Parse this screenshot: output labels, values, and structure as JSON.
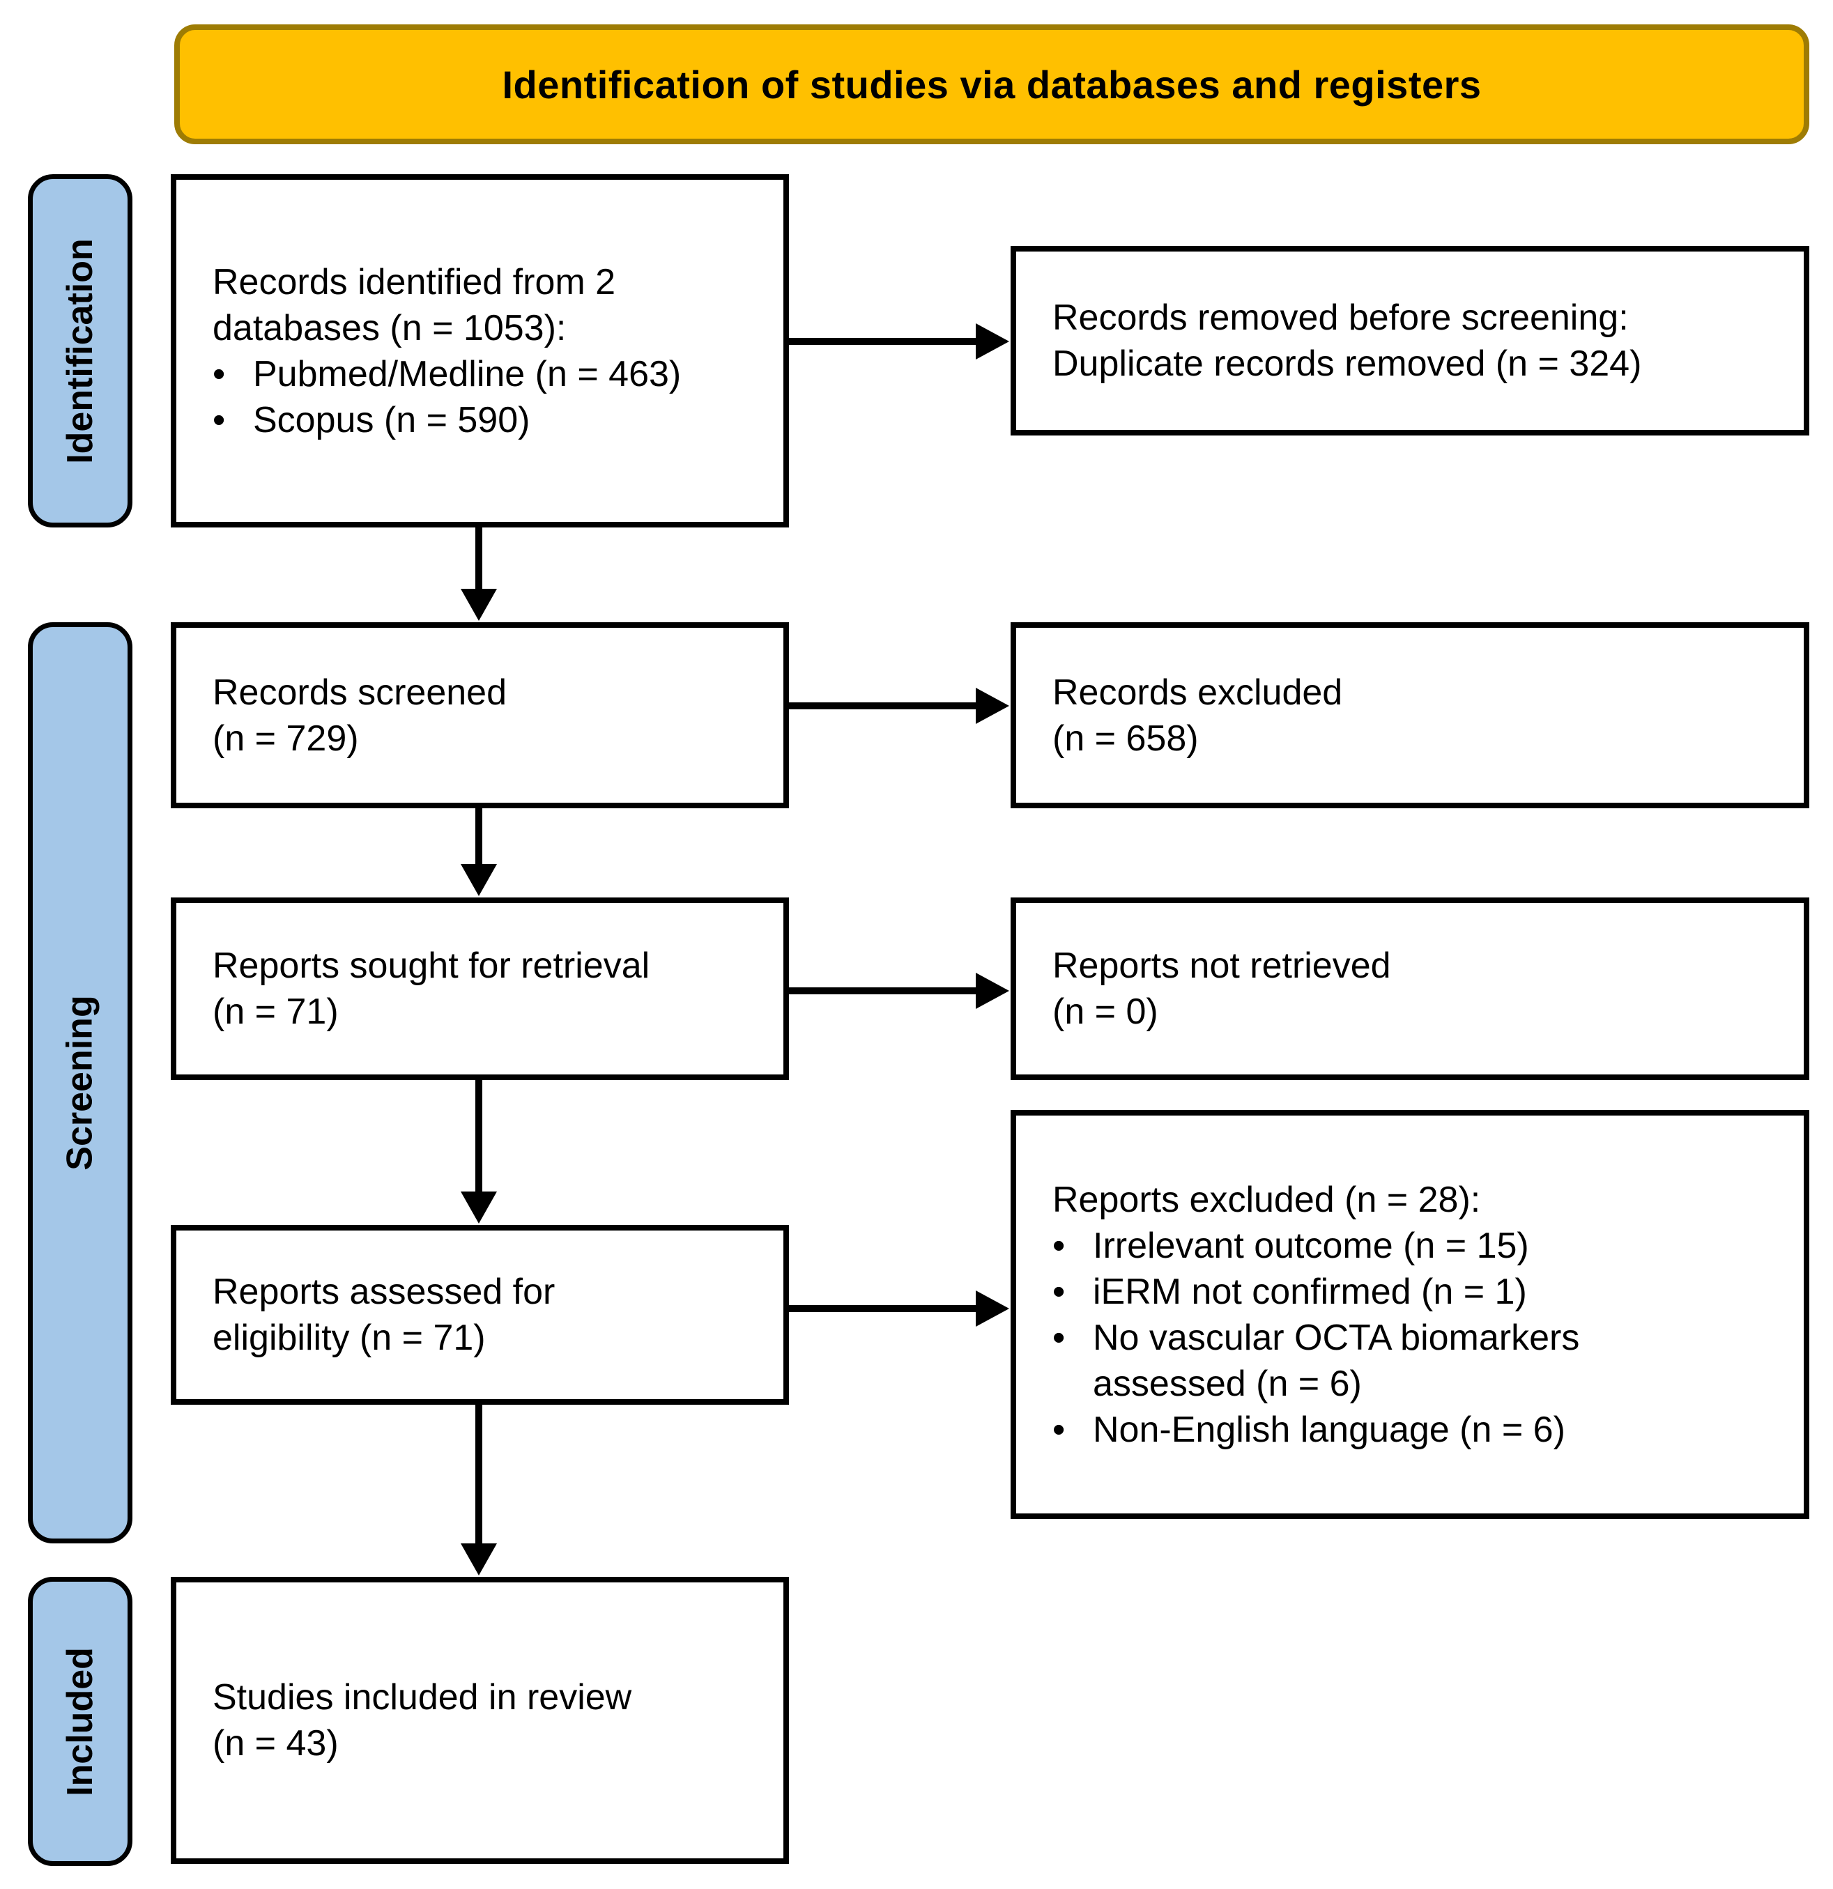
{
  "banner": {
    "title": "Identification of studies via databases and registers",
    "bg_color": "#FFC000",
    "border_color": "#9E7C04"
  },
  "stages": {
    "bg_color": "#A4C7E8",
    "identification": "Identification",
    "screening": "Screening",
    "included": "Included"
  },
  "bullet_glyph": "•",
  "boxes": {
    "records_identified": {
      "line1": "Records identified from 2",
      "line2": "databases (n = 1053):",
      "bullet1": "Pubmed/Medline (n = 463)",
      "bullet2": "Scopus (n = 590)"
    },
    "records_removed": {
      "line1": "Records removed before screening:",
      "line2": "Duplicate records removed (n = 324)"
    },
    "records_screened": {
      "line1": "Records screened",
      "line2": "(n = 729)"
    },
    "records_excluded": {
      "line1": "Records excluded",
      "line2": "(n = 658)"
    },
    "reports_sought": {
      "line1": "Reports sought for retrieval",
      "line2": "(n = 71)"
    },
    "reports_not_retrieved": {
      "line1": "Reports not retrieved",
      "line2": "(n = 0)"
    },
    "reports_assessed": {
      "line1": "Reports assessed for",
      "line2": "eligibility (n = 71)"
    },
    "reports_excluded": {
      "title": "Reports excluded (n = 28):",
      "bullet1": "Irrelevant outcome (n = 15)",
      "bullet2": "iERM not confirmed (n = 1)",
      "bullet3_line1": "No vascular OCTA biomarkers",
      "bullet3_line2": "assessed (n = 6)",
      "bullet4": "Non-English language (n = 6)"
    },
    "studies_included": {
      "line1": "Studies included in review",
      "line2": "(n = 43)"
    }
  }
}
